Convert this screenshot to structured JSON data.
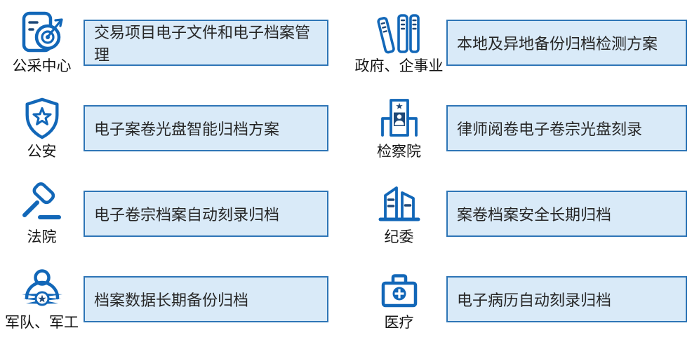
{
  "page": {
    "background": "#ffffff"
  },
  "colors": {
    "icon_blue": "#1267b8",
    "icon_navy": "#1f4878",
    "box_fill": "#d9eaf8",
    "box_border": "#2e75b6",
    "box_text": "#262626",
    "label_color": "#141414"
  },
  "sectors": [
    {
      "label": "公采中心",
      "icon": "clipboard-target-icon",
      "solution": "交易项目电子文件和电子档案管理"
    },
    {
      "label": "政府、企事业",
      "icon": "archive-books-icon",
      "solution": "本地及异地备份归档检测方案"
    },
    {
      "label": "公安",
      "icon": "shield-star-icon",
      "solution": "电子案卷光盘智能归档方案"
    },
    {
      "label": "检察院",
      "icon": "building-person-icon",
      "solution": "律师阅卷电子卷宗光盘刻录"
    },
    {
      "label": "法院",
      "icon": "gavel-icon",
      "solution": "电子卷宗档案自动刻录归档"
    },
    {
      "label": "纪委",
      "icon": "buildings-icon",
      "solution": "案卷档案安全长期归档"
    },
    {
      "label": "军队、军工",
      "icon": "soldier-star-icon",
      "solution": "档案数据长期备份归档"
    },
    {
      "label": "医疗",
      "icon": "medical-bag-icon",
      "solution": "电子病历自动刻录归档"
    }
  ]
}
